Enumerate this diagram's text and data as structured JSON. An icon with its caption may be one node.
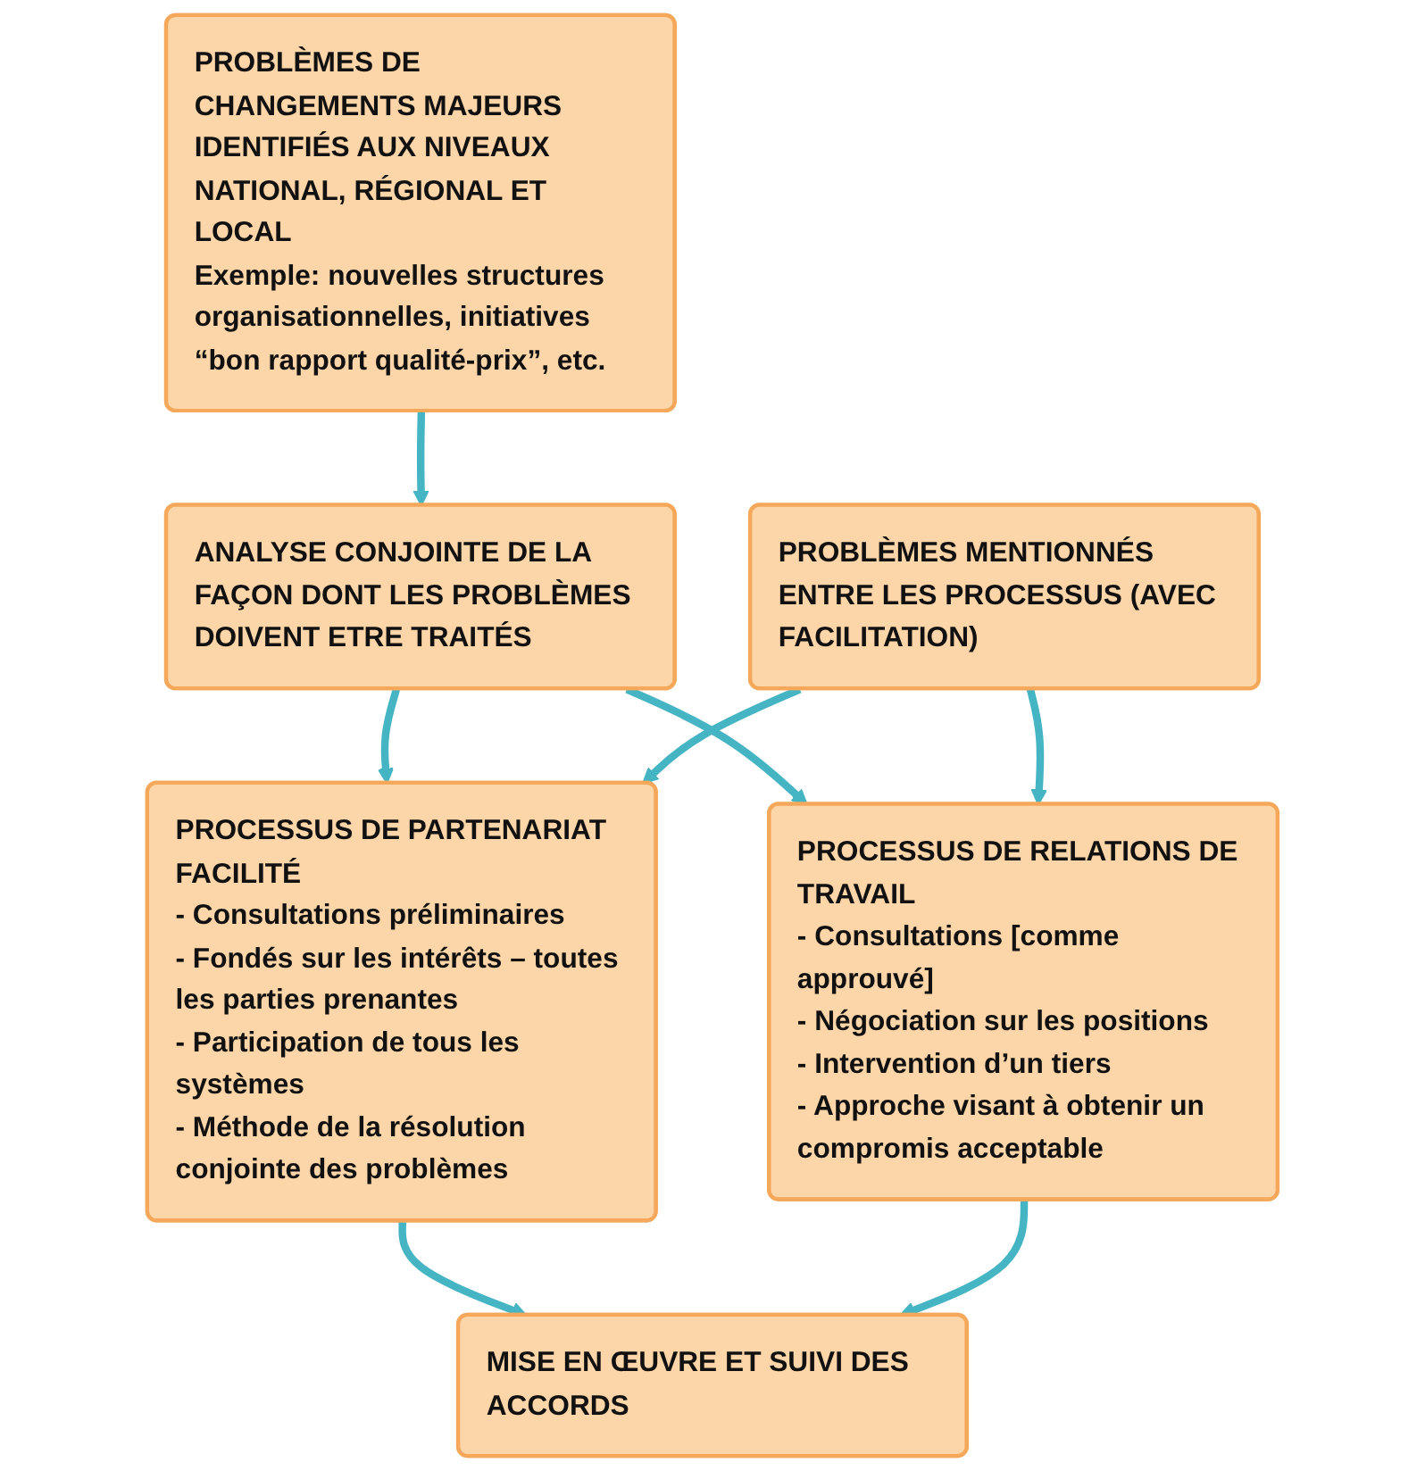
{
  "diagram": {
    "nodes": [
      {
        "text": [
          "PROBLÈMES DE CHANGEMENTS MAJEURS IDENTIFIÉS AUX NIVEAUX NATIONAL, RÉGIONAL ET LOCAL",
          "Exemple: nouvelles structures organisationnelles, initiatives “bon rapport qualité-prix”, etc."
        ]
      },
      {
        "text": [
          "ANALYSE CONJOINTE DE LA FAÇON DONT LES PROBLÈMES DOIVENT ETRE TRAITÉS"
        ]
      },
      {
        "text": [
          "PROCESSUS DE PARTENARIAT FACILITÉ",
          "- Consultations préliminaires",
          "- Fondés sur les intérêts – toutes les parties prenantes",
          "- Participation de tous les systèmes",
          "- Méthode de la résolution conjointe des problèmes"
        ]
      },
      {
        "text": [
          "PROBLÈMES MENTIONNÉS ENTRE LES PROCESSUS (AVEC FACILITATION)"
        ]
      },
      {
        "text": [
          "PROCESSUS DE RELATIONS DE TRAVAIL",
          "- Consultations [comme approuvé]",
          "- Négociation sur les positions",
          "- Intervention d’un tiers",
          "- Approche visant à obtenir un compromis acceptable"
        ]
      },
      {
        "text": [
          "MISE EN ŒUVRE ET SUIVI DES ACCORDS"
        ]
      }
    ],
    "edges": [
      {
        "from": 0,
        "to": 1,
        "arrow": "to"
      },
      {
        "from": 1,
        "to": 2,
        "arrow": "to"
      },
      {
        "from": 1,
        "to": 4,
        "arrow": "to"
      },
      {
        "from": 3,
        "to": 2,
        "arrow": "to"
      },
      {
        "from": 3,
        "to": 4,
        "arrow": "to"
      },
      {
        "from": 2,
        "to": 5,
        "arrow": "to"
      },
      {
        "from": 4,
        "to": 5,
        "arrow": "to"
      }
    ]
  }
}
